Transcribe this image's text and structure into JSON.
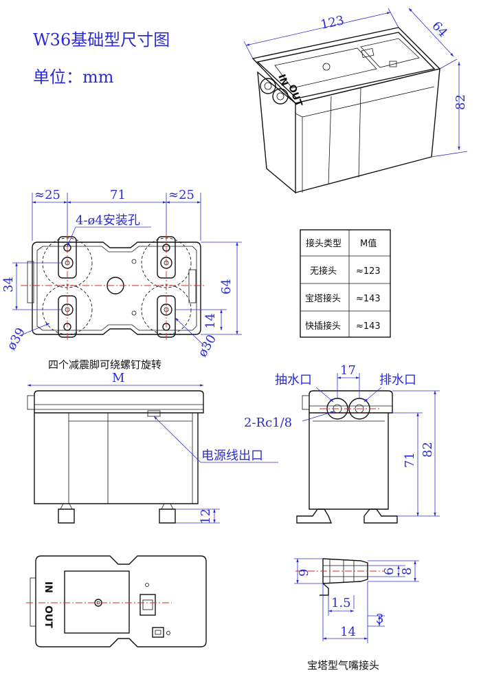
{
  "title": "W36基础型尺寸图",
  "unit_label": "单位：mm",
  "perspective_view": {
    "dim_length": "123",
    "dim_width": "64",
    "dim_height": "82",
    "label_in": "IN",
    "label_out": "OUT"
  },
  "top_view": {
    "dim_left": "≈25",
    "dim_middle": "71",
    "dim_right": "≈25",
    "hole_label": "4-ø4安装孔",
    "dim_34": "34",
    "dim_64": "64",
    "dim_14": "14",
    "dim_dia39": "ø39",
    "dim_dia30": "ø30",
    "caption": "四个减震脚可绕螺钉旋转"
  },
  "table": {
    "header": [
      "接头类型",
      "M值"
    ],
    "rows": [
      [
        "无接头",
        "≈123"
      ],
      [
        "宝塔接头",
        "≈143"
      ],
      [
        "快插接头",
        "≈143"
      ]
    ]
  },
  "front_view": {
    "dim_M": "M",
    "dim_12": "12",
    "power_outlet": "电源线出口"
  },
  "side_view": {
    "dim_17": "17",
    "suction": "抽水口",
    "discharge": "排水口",
    "thread": "2-Rc1/8",
    "dim_71": "71",
    "dim_82": "82"
  },
  "bottom_view": {
    "label_in": "IN",
    "label_out": "OUT"
  },
  "nozzle": {
    "dim_9": "9",
    "dim_6": "6",
    "dim_8": "8",
    "dim_1_5": "1.5",
    "dim_3": "3",
    "dim_14": "14",
    "caption": "宝塔型气嘴接头"
  }
}
